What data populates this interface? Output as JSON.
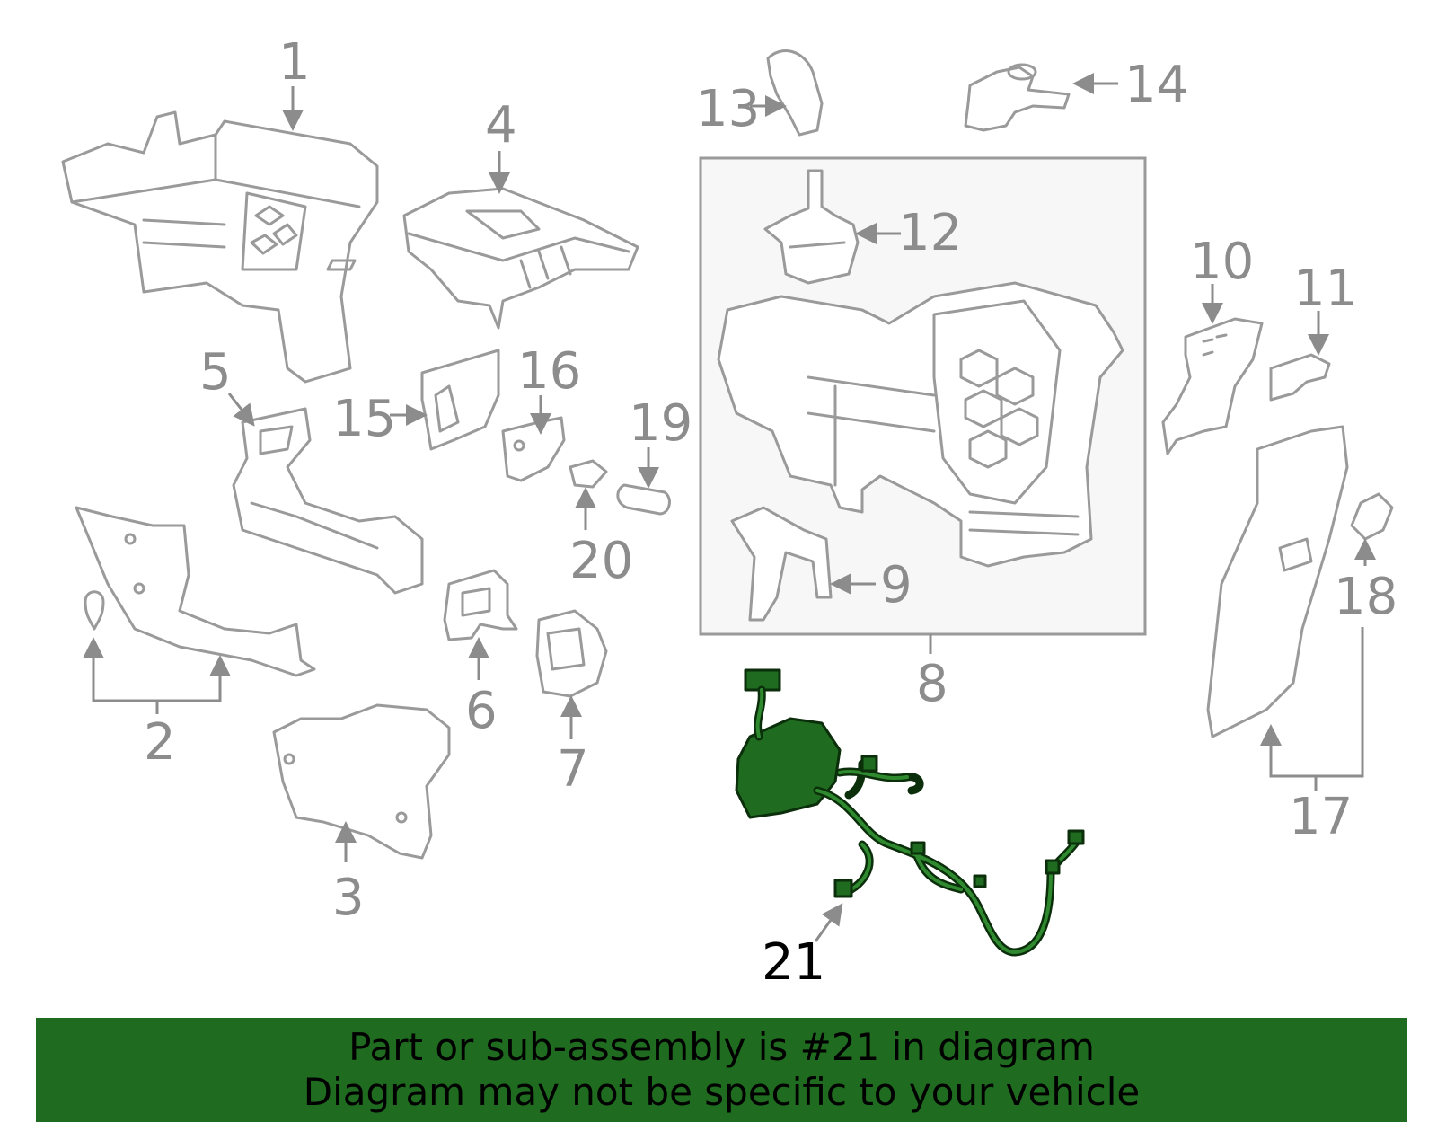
{
  "callouts": {
    "c1": "1",
    "c2": "2",
    "c3": "3",
    "c4": "4",
    "c5": "5",
    "c6": "6",
    "c7": "7",
    "c8": "8",
    "c9": "9",
    "c10": "10",
    "c11": "11",
    "c12": "12",
    "c13": "13",
    "c14": "14",
    "c15": "15",
    "c16": "16",
    "c17": "17",
    "c18": "18",
    "c19": "19",
    "c20": "20",
    "c21": "21"
  },
  "highlighted_part": "21",
  "colors": {
    "highlight": "#1f6b1f",
    "part_outline": "#9a9a9a",
    "label": "#8c8c8c"
  },
  "banner": {
    "line1": "Part or sub-assembly is #21 in diagram",
    "line2": "Diagram may not be specific to your vehicle"
  }
}
